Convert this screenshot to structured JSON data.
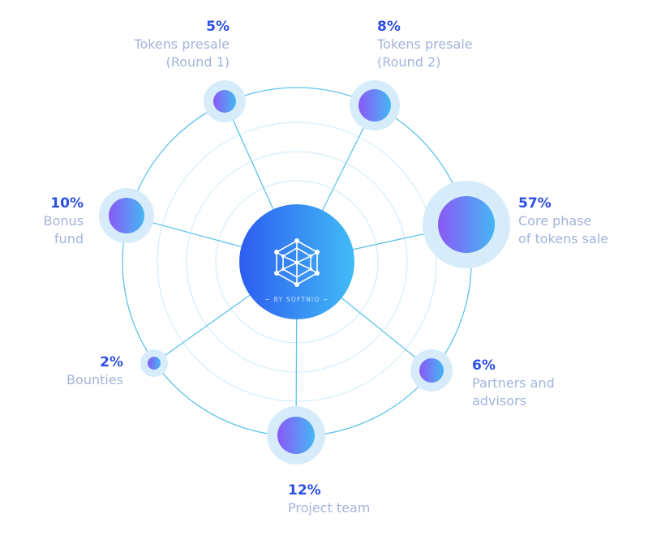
{
  "diagram": {
    "center": {
      "caption": "~ BY SOFTNIO ~",
      "logo_icon": "cube-network-icon"
    },
    "colors": {
      "ring": "#5ec3ea",
      "inner_ring": "#cdeaf8",
      "spoke": "#5ec3ea",
      "halo": "#d6ecfa",
      "gradient_start": "#8a58f6",
      "gradient_end": "#45b7f4",
      "center_start": "#2d5cf0",
      "center_end": "#41bcf6",
      "percent_text": "#2c4fe0",
      "label_text": "#a3b4da"
    },
    "segments": [
      {
        "id": "presale-r1",
        "percent": "5%",
        "label": "Tokens presale\n(Round 1)",
        "value": 5
      },
      {
        "id": "presale-r2",
        "percent": "8%",
        "label": "Tokens presale\n(Round 2)",
        "value": 8
      },
      {
        "id": "core-phase",
        "percent": "57%",
        "label": "Core phase\nof tokens sale",
        "value": 57
      },
      {
        "id": "partners",
        "percent": "6%",
        "label": "Partners and\nadvisors",
        "value": 6
      },
      {
        "id": "project-team",
        "percent": "12%",
        "label": "Project team",
        "value": 12
      },
      {
        "id": "bounties",
        "percent": "2%",
        "label": "Bounties",
        "value": 2
      },
      {
        "id": "bonus-fund",
        "percent": "10%",
        "label": "Bonus\nfund",
        "value": 10
      }
    ]
  }
}
